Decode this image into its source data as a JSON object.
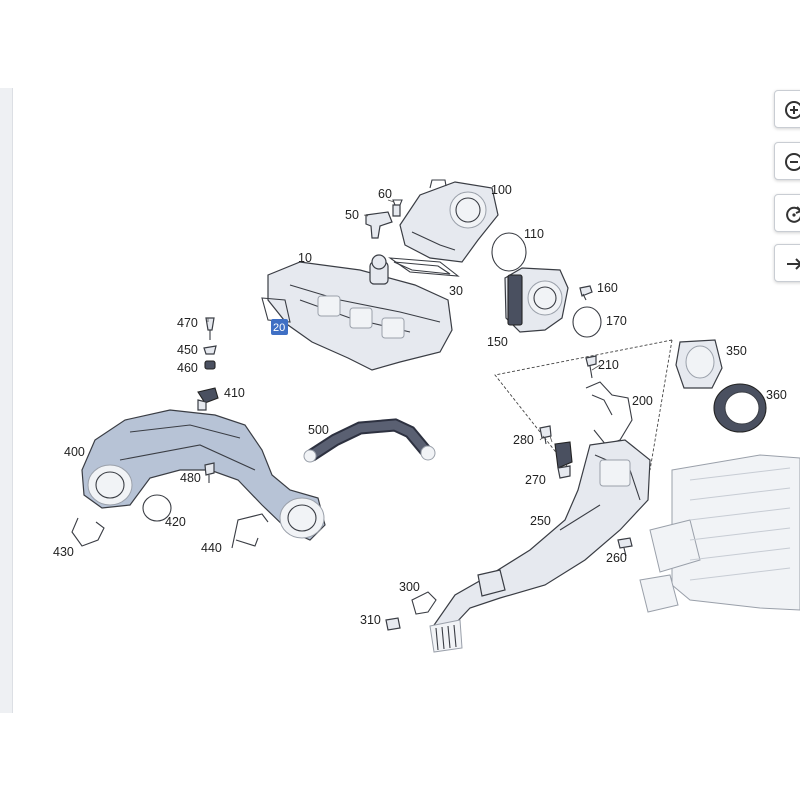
{
  "diagram": {
    "callouts": {
      "c10": "10",
      "c20": "20",
      "c30": "30",
      "c50": "50",
      "c60": "60",
      "c100": "100",
      "c110": "110",
      "c150": "150",
      "c160": "160",
      "c170": "170",
      "c200": "200",
      "c210": "210",
      "c250": "250",
      "c260": "260",
      "c270": "270",
      "c280": "280",
      "c300": "300",
      "c310": "310",
      "c350": "350",
      "c360": "360",
      "c400": "400",
      "c410": "410",
      "c420": "420",
      "c430": "430",
      "c440": "440",
      "c450": "450",
      "c460": "460",
      "c470": "470",
      "c480": "480",
      "c500": "500"
    },
    "highlighted_callout": "c20",
    "colors": {
      "highlight": "#3f6fc4",
      "part_fill": "#e6e9ef",
      "hose_fill": "#b7c3d6",
      "outline": "#3a3d44"
    }
  },
  "zoom_controls": {
    "buttons": [
      {
        "name": "zoom-in-button",
        "icon": "plus-magnifier-icon"
      },
      {
        "name": "zoom-out-button",
        "icon": "minus-magnifier-icon"
      },
      {
        "name": "reset-view-button",
        "icon": "rotate-icon"
      },
      {
        "name": "expand-button",
        "icon": "arrow-right-icon"
      }
    ]
  }
}
